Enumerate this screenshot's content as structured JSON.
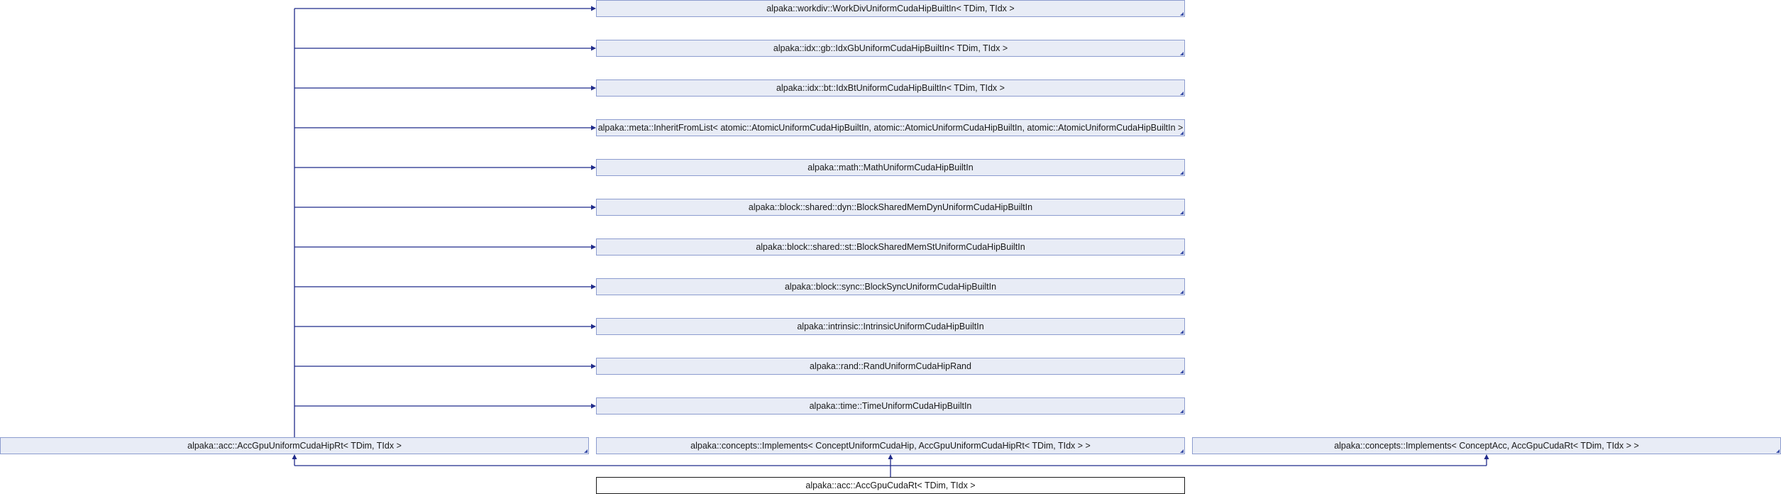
{
  "diagram": {
    "base_classes": [
      "alpaka::workdiv::WorkDivUniformCudaHipBuiltIn< TDim, TIdx >",
      "alpaka::idx::gb::IdxGbUniformCudaHipBuiltIn< TDim, TIdx >",
      "alpaka::idx::bt::IdxBtUniformCudaHipBuiltIn< TDim, TIdx >",
      "alpaka::meta::InheritFromList< atomic::AtomicUniformCudaHipBuiltIn, atomic::AtomicUniformCudaHipBuiltIn, atomic::AtomicUniformCudaHipBuiltIn >",
      "alpaka::math::MathUniformCudaHipBuiltIn",
      "alpaka::block::shared::dyn::BlockSharedMemDynUniformCudaHipBuiltIn",
      "alpaka::block::shared::st::BlockSharedMemStUniformCudaHipBuiltIn",
      "alpaka::block::sync::BlockSyncUniformCudaHipBuiltIn",
      "alpaka::intrinsic::IntrinsicUniformCudaHipBuiltIn",
      "alpaka::rand::RandUniformCudaHipRand",
      "alpaka::time::TimeUniformCudaHipBuiltIn"
    ],
    "parent_classes": [
      "alpaka::acc::AccGpuUniformCudaHipRt< TDim, TIdx >",
      "alpaka::concepts::Implements< ConceptUniformCudaHip, AccGpuUniformCudaHipRt< TDim, TIdx > >",
      "alpaka::concepts::Implements< ConceptAcc, AccGpuCudaRt< TDim, TIdx > >"
    ],
    "main_class": "alpaka::acc::AccGpuCudaRt< TDim, TIdx >",
    "colors": {
      "node_fill": "#e8ecf6",
      "node_border": "#8c9ccf",
      "edge": "#1f2a8a",
      "main_border": "#1a1a1a"
    }
  }
}
